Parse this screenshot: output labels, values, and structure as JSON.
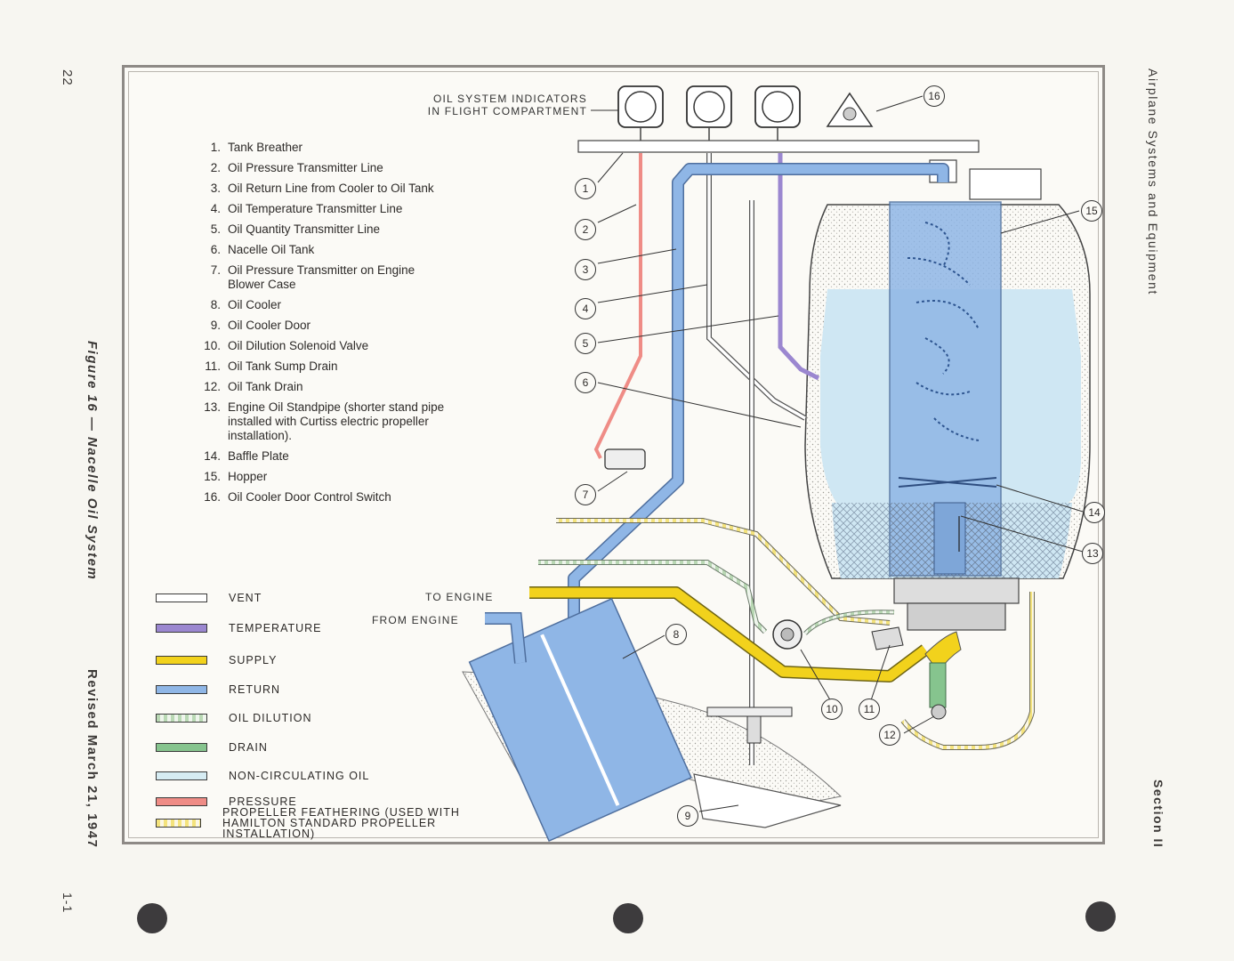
{
  "page": {
    "page_number": "22",
    "section": "Section II",
    "header": "Airplane Systems and Equipment",
    "figure_caption": "Figure 16 — Nacelle Oil System",
    "revised": "Revised March 21, 1947",
    "footer_mark": "1-1"
  },
  "callouts": {
    "indicators": "OIL SYSTEM INDICATORS\nIN FLIGHT COMPARTMENT",
    "to_engine": "TO ENGINE",
    "from_engine": "FROM ENGINE"
  },
  "parts": [
    {
      "num": "1.",
      "label": "Tank Breather"
    },
    {
      "num": "2.",
      "label": "Oil Pressure Transmitter Line"
    },
    {
      "num": "3.",
      "label": "Oil Return Line from Cooler to Oil Tank"
    },
    {
      "num": "4.",
      "label": "Oil Temperature Transmitter Line"
    },
    {
      "num": "5.",
      "label": "Oil Quantity Transmitter Line"
    },
    {
      "num": "6.",
      "label": "Nacelle Oil Tank"
    },
    {
      "num": "7.",
      "label": "Oil Pressure Transmitter on Engine Blower Case"
    },
    {
      "num": "8.",
      "label": "Oil Cooler"
    },
    {
      "num": "9.",
      "label": "Oil Cooler Door"
    },
    {
      "num": "10.",
      "label": "Oil Dilution Solenoid Valve"
    },
    {
      "num": "11.",
      "label": "Oil Tank Sump Drain"
    },
    {
      "num": "12.",
      "label": "Oil Tank Drain"
    },
    {
      "num": "13.",
      "label": "Engine Oil Standpipe (shorter stand pipe installed with Curtiss electric propeller installation)."
    },
    {
      "num": "14.",
      "label": "Baffle Plate"
    },
    {
      "num": "15.",
      "label": "Hopper"
    },
    {
      "num": "16.",
      "label": "Oil Cooler Door Control Switch"
    }
  ],
  "line_key": [
    {
      "label": "VENT",
      "color": "#ffffff"
    },
    {
      "label": "TEMPERATURE",
      "color": "#9b87d0"
    },
    {
      "label": "SUPPLY",
      "color": "#f2d21c"
    },
    {
      "label": "RETURN",
      "color": "#8fb6e6"
    },
    {
      "label": "OIL DILUTION",
      "color": "#b9d8b4"
    },
    {
      "label": "DRAIN",
      "color": "#86c48e"
    },
    {
      "label": "NON-CIRCULATING OIL",
      "color": "#d6ecf3"
    },
    {
      "label": "PRESSURE",
      "color": "#ef8c86"
    },
    {
      "label": "PROPELLER FEATHERING (USED WITH\nHAMILTON STANDARD PROPELLER INSTALLATION)",
      "color": "#f4e37c"
    }
  ],
  "numbers": [
    "1",
    "2",
    "3",
    "4",
    "5",
    "6",
    "7",
    "8",
    "9",
    "10",
    "11",
    "12",
    "13",
    "14",
    "15",
    "16"
  ]
}
